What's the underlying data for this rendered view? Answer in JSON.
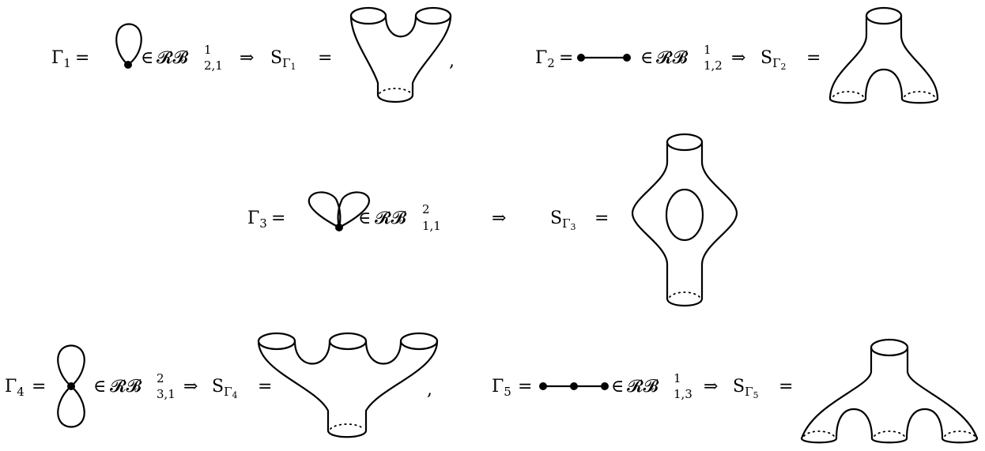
{
  "rows": [
    {
      "graph": "Γ",
      "graph_sub": "1",
      "eq": "=",
      "in": "∈",
      "space": "𝓡𝓑",
      "space_sup": "1",
      "space_sub": "2,1",
      "implies": "⇒",
      "surf": "S",
      "surf_sub_base": "Γ",
      "surf_sub_idx": "1",
      "eq2": "=",
      "trail": ","
    },
    {
      "graph": "Γ",
      "graph_sub": "2",
      "eq": "=",
      "in": "∈",
      "space": "𝓡𝓑",
      "space_sup": "1",
      "space_sub": "1,2",
      "implies": "⇒",
      "surf": "S",
      "surf_sub_base": "Γ",
      "surf_sub_idx": "2",
      "eq2": "=",
      "trail": ""
    },
    {
      "graph": "Γ",
      "graph_sub": "3",
      "eq": "=",
      "in": "∈",
      "space": "𝓡𝓑",
      "space_sup": "2",
      "space_sub": "1,1",
      "implies": "⇒",
      "surf": "S",
      "surf_sub_base": "Γ",
      "surf_sub_idx": "3",
      "eq2": "=",
      "trail": ""
    },
    {
      "graph": "Γ",
      "graph_sub": "4",
      "eq": "=",
      "in": "∈",
      "space": "𝓡𝓑",
      "space_sup": "2",
      "space_sub": "3,1",
      "implies": "⇒",
      "surf": "S",
      "surf_sub_base": "Γ",
      "surf_sub_idx": "4",
      "eq2": "=",
      "trail": ","
    },
    {
      "graph": "Γ",
      "graph_sub": "5",
      "eq": "=",
      "in": "∈",
      "space": "𝓡𝓑",
      "space_sup": "1",
      "space_sub": "1,3",
      "implies": "⇒",
      "surf": "S",
      "surf_sub_base": "Γ",
      "surf_sub_idx": "5",
      "eq2": "=",
      "trail": ""
    }
  ]
}
